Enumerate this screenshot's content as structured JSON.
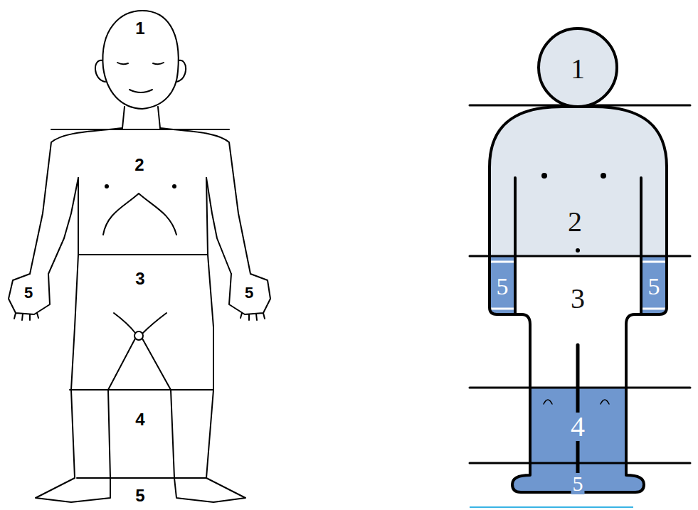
{
  "diagram": {
    "labels": [
      "1",
      "2",
      "5",
      "3",
      "5",
      "4",
      "5",
      "1",
      "2",
      "5",
      "3",
      "5",
      "4",
      "5"
    ]
  }
}
